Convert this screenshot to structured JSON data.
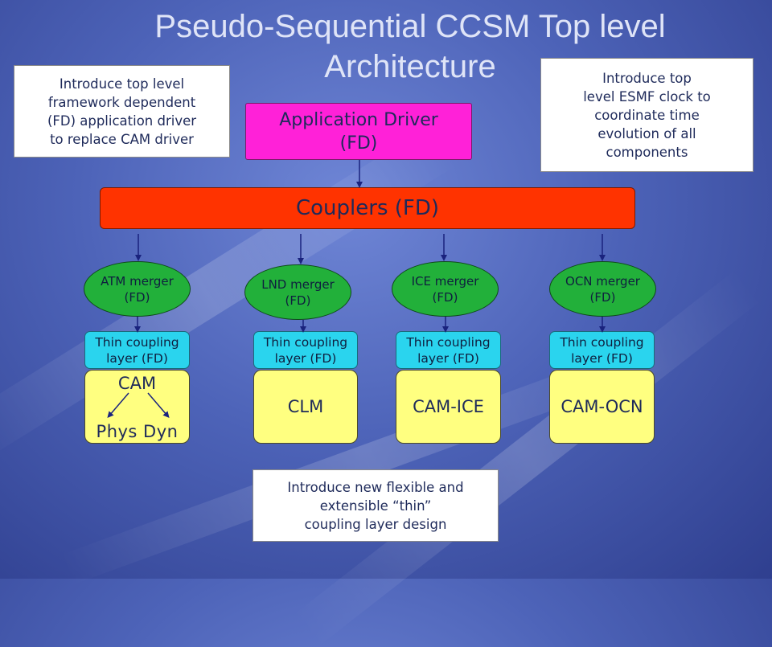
{
  "title": {
    "line1": "Pseudo-Sequential CCSM Top level",
    "line2": "Architecture"
  },
  "callouts": {
    "left": [
      "Introduce top level",
      "framework dependent",
      "(FD) application driver",
      "to replace CAM driver"
    ],
    "right": [
      "Introduce top",
      "level ESMF clock to",
      "coordinate time",
      "evolution of all",
      "components"
    ],
    "bottom": [
      "Introduce new flexible and",
      "extensible “thin”",
      "coupling layer design"
    ]
  },
  "app_driver": {
    "line1": "Application Driver",
    "line2": "(FD)"
  },
  "couplers": {
    "label": "Couplers (FD)"
  },
  "columns": [
    {
      "merger": [
        "ATM merger",
        "(FD)"
      ],
      "thin": [
        "Thin coupling",
        "layer (FD)"
      ],
      "component": "CAM"
    },
    {
      "merger": [
        "LND merger",
        "(FD)"
      ],
      "thin": [
        "Thin coupling",
        "layer (FD)"
      ],
      "component": "CLM"
    },
    {
      "merger": [
        "ICE merger",
        "(FD)"
      ],
      "thin": [
        "Thin coupling",
        "layer (FD)"
      ],
      "component": "CAM-ICE"
    },
    {
      "merger": [
        "OCN merger",
        "(FD)"
      ],
      "thin": [
        "Thin coupling",
        "layer (FD)"
      ],
      "component": "CAM-OCN"
    }
  ],
  "cam_sub": "Phys Dyn",
  "colors": {
    "app_driver": "#ff21d8",
    "couplers": "#ff3300",
    "merger": "#22b03a",
    "thin_layer": "#2ad4ee",
    "component": "#ffff80",
    "arrow": "#1a237e"
  }
}
